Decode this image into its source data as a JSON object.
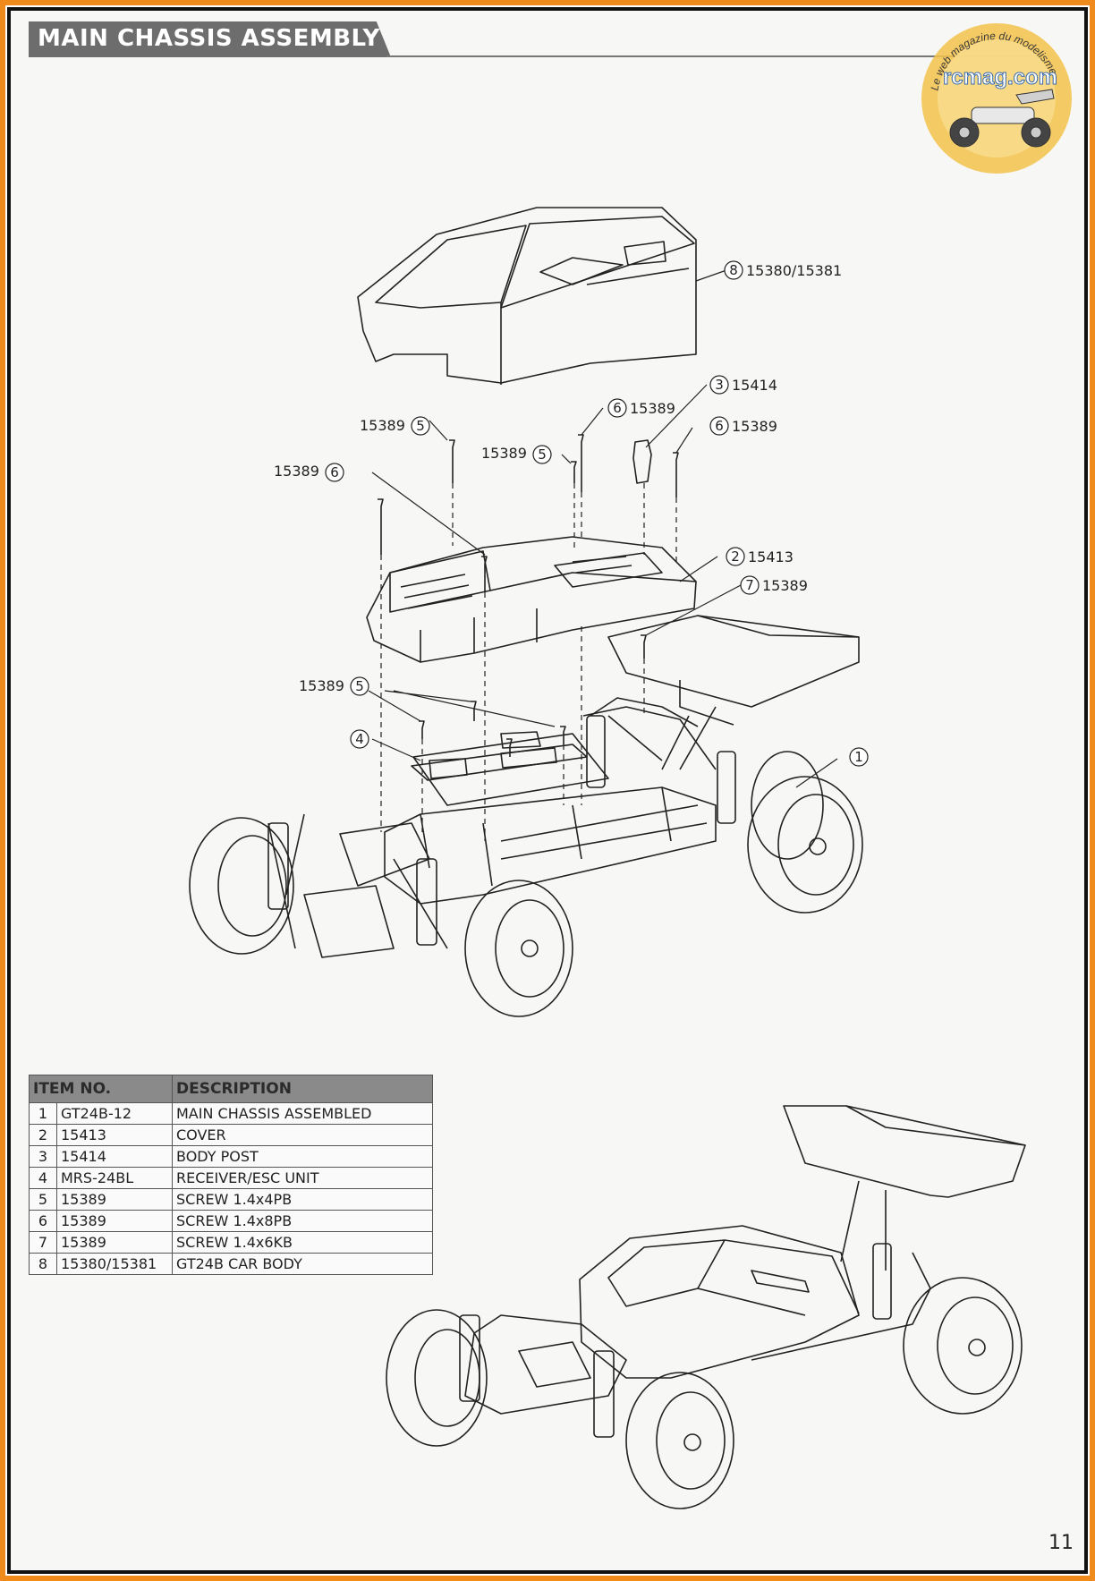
{
  "header": {
    "title": "MAIN CHASSIS ASSEMBLY"
  },
  "logo": {
    "top_text": "Le web magazine du modelisme",
    "site": "rcmag.com"
  },
  "callouts": [
    {
      "num": "8",
      "code": "15380/15381"
    },
    {
      "num": "3",
      "code": "15414"
    },
    {
      "num": "6",
      "code": "15389"
    },
    {
      "num": "5",
      "code": "15389"
    },
    {
      "num": "6",
      "code": "15389"
    },
    {
      "num": "5",
      "code": "15389"
    },
    {
      "num": "6",
      "code": "15389"
    },
    {
      "num": "2",
      "code": "15413"
    },
    {
      "num": "7",
      "code": "15389"
    },
    {
      "num": "5",
      "code": "15389"
    },
    {
      "num": "4",
      "code": ""
    },
    {
      "num": "1",
      "code": ""
    }
  ],
  "parts_table": {
    "headers": [
      "ITEM NO.",
      "DESCRIPTION"
    ],
    "rows": [
      {
        "n": "1",
        "code": "GT24B-12",
        "desc": "MAIN CHASSIS ASSEMBLED"
      },
      {
        "n": "2",
        "code": "15413",
        "desc": "COVER"
      },
      {
        "n": "3",
        "code": "15414",
        "desc": "BODY POST"
      },
      {
        "n": "4",
        "code": "MRS-24BL",
        "desc": "RECEIVER/ESC UNIT"
      },
      {
        "n": "5",
        "code": "15389",
        "desc": "SCREW 1.4x4PB"
      },
      {
        "n": "6",
        "code": "15389",
        "desc": "SCREW 1.4x8PB"
      },
      {
        "n": "7",
        "code": "15389",
        "desc": "SCREW 1.4x6KB"
      },
      {
        "n": "8",
        "code": "15380/15381",
        "desc": "GT24B CAR BODY"
      }
    ]
  },
  "page_number": "11"
}
